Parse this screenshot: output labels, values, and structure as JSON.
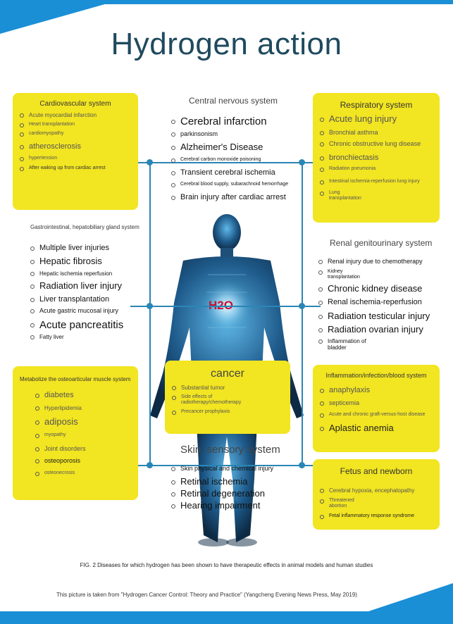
{
  "title": "Hydrogen action",
  "center_label": "H2O",
  "cardiovascular": {
    "title": "Cardiovascular system",
    "items": [
      "Acute myocardial infarction",
      "Heart transplantation",
      "cardiomyopathy",
      "atherosclerosis",
      "hypertension",
      "After waking up from cardiac arrest"
    ]
  },
  "cns": {
    "title": "Central nervous system",
    "items": [
      "Cerebral infarction",
      "parkinsonism",
      "Alzheimer's Disease",
      "Cerebral carbon monoxide poisoning",
      "Transient cerebral ischemia",
      "Cerebral blood supply, subarachnoid hemorrhage",
      "Brain injury after cardiac arrest"
    ]
  },
  "respiratory": {
    "title": "Respiratory system",
    "items": [
      "Acute lung injury",
      "Bronchial asthma",
      "Chronic obstructive lung disease",
      "bronchiectasis",
      "Radiation pneumonia",
      "Intestinal ischemia-reperfusion lung injury",
      "Lung transplantation"
    ]
  },
  "gastro": {
    "title": "Gastrointestinal, hepatobiliary gland system",
    "items": [
      "Multiple liver injuries",
      "Hepatic fibrosis",
      "Hepatic ischemia reperfusion",
      "Radiation liver injury",
      "Liver transplantation",
      "Acute gastric mucosal injury",
      "Acute pancreatitis",
      "Fatty liver"
    ]
  },
  "renal": {
    "title": "Renal genitourinary system",
    "items": [
      "Renal injury due to chemotherapy",
      "Kidney transplantation",
      "Chronic kidney disease",
      "Renal ischemia-reperfusion",
      "Radiation testicular injury",
      "Radiation ovarian injury",
      "Inflammation of bladder"
    ]
  },
  "metabolic": {
    "title": "Metabolize the osteoarticular muscle system",
    "items": [
      "diabetes",
      "Hyperlipidemia",
      "adiposis",
      "myopathy",
      "Joint disorders",
      "osteoporosis",
      "osteonecrosis"
    ]
  },
  "cancer": {
    "title": "cancer",
    "items": [
      "Substantial tumor",
      "Side effects of radiotherapy/chemotherapy",
      "Precancer prophylaxis"
    ]
  },
  "inflammation": {
    "title": "Inflammation/infection/blood system",
    "items": [
      "anaphylaxis",
      "septicemia",
      "Acute and chronic graft-versus-host disease",
      "Aplastic anemia"
    ]
  },
  "skin": {
    "title": "Skin, sensory system",
    "items": [
      "Skin physical and chemical injury",
      "Retinal ischemia",
      "Retinal degeneration",
      "Hearing impairment"
    ]
  },
  "fetus": {
    "title": "Fetus and newborn",
    "items": [
      "Cerebral hypoxia, encephalopathy",
      "Threatened abortion",
      "Fetal inflammatory response syndrome"
    ]
  },
  "caption": "FIG. 2 Diseases for which hydrogen has been shown to have therapeutic effects in animal models and human studies",
  "source": "This picture is taken from \"Hydrogen Cancer Control: Theory and Practice\" (Yangcheng Evening News Press, May 2019)",
  "colors": {
    "box": "#f2e521",
    "accent": "#1a8fd6",
    "connector": "#2a86b5",
    "title": "#1f4a5e"
  }
}
